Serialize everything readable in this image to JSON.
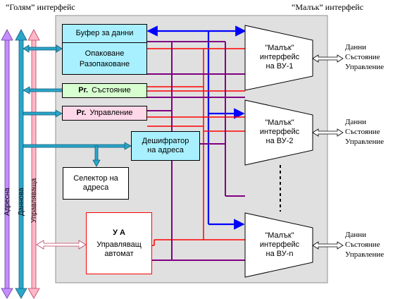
{
  "header": {
    "big_interface": "“Голям” интерфейс",
    "small_interface": "“Малък” интерфейс"
  },
  "buses": {
    "address": "Адресна",
    "data": "Даннова",
    "control": "Управляваща"
  },
  "blocks": {
    "data_buffer": "Буфер за данни",
    "pack_1": "Опаковане",
    "pack_2": "Разопаковане",
    "status_reg_prefix": "Рг.",
    "status_reg": "Състояние",
    "control_reg_prefix": "Рг.",
    "control_reg": "Управление",
    "decoder_1": "Дешифратор",
    "decoder_2": "на адреса",
    "selector_1": "Селектор на",
    "selector_2": "адреса",
    "ua_title": "У А",
    "ua_1": "Управляващ",
    "ua_2": "автомат"
  },
  "small_interfaces": [
    {
      "line1": "\"Малък\"",
      "line2": "интерфейс",
      "line3": "на ВУ-1"
    },
    {
      "line1": "\"Малък\"",
      "line2": "интерфейс",
      "line3": "на ВУ-2"
    },
    {
      "line1": "\"Малък\"",
      "line2": "интерфейс",
      "line3": "на ВУ-n"
    }
  ],
  "outputs": [
    {
      "data": "Данни",
      "status": "Състояние",
      "control": "Управление"
    },
    {
      "data": "Данни",
      "status": "Състояние",
      "control": "Управление"
    },
    {
      "data": "Данни",
      "status": "Състояние",
      "control": "Управление"
    }
  ],
  "colors": {
    "address_bus": "#c88cff",
    "data_bus": "#2aa6c8",
    "control_bus": "#ffb8c8",
    "blue_line": "#0000ff",
    "red_line": "#ff0000",
    "purple_line": "#800080",
    "panel": "#e0e0e0",
    "data_buffer_fill": "#a8f0ff",
    "status_fill": "#d8ffd0",
    "control_fill": "#ffd8e8"
  }
}
